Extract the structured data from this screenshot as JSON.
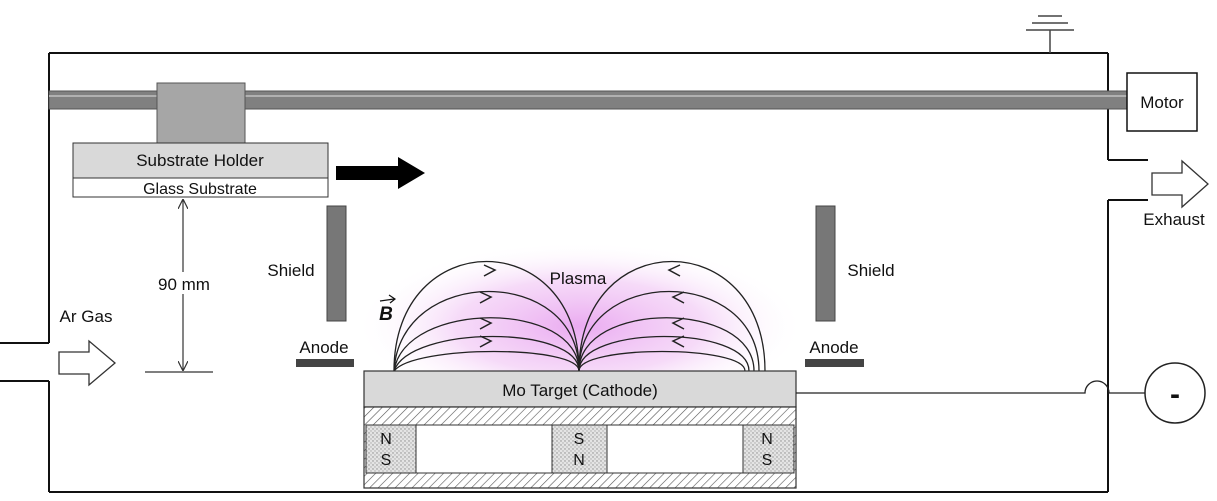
{
  "labels": {
    "motor": "Motor",
    "substrate_holder": "Substrate Holder",
    "glass_substrate": "Glass Substrate",
    "exhaust": "Exhaust",
    "shield_left": "Shield",
    "shield_right": "Shield",
    "plasma": "Plasma",
    "distance": "90 mm",
    "ar_gas": "Ar Gas",
    "b_field": "B",
    "anode_left": "Anode",
    "anode_right": "Anode",
    "target": "Mo Target (Cathode)",
    "power_supply": "-",
    "magnets": [
      {
        "top": "N",
        "bottom": "S"
      },
      {
        "top": "S",
        "bottom": "N"
      },
      {
        "top": "N",
        "bottom": "S"
      }
    ]
  },
  "colors": {
    "rod": "#808080",
    "holder_block": "#a6a6a6",
    "holder_plate": "#d9d9d9",
    "shield": "#777777",
    "anode": "#444444",
    "target": "#d9d9d9",
    "plasma_glow": "#e9a6f0",
    "arrow_fill": "#000000"
  },
  "icons": {
    "ground": "ground-symbol-icon",
    "substrate_motion": "arrow-right-icon",
    "ar_gas_inlet": "hollow-arrow-right-icon",
    "exhaust_outlet": "hollow-arrow-right-icon",
    "power_supply": "dc-power-supply-icon"
  }
}
